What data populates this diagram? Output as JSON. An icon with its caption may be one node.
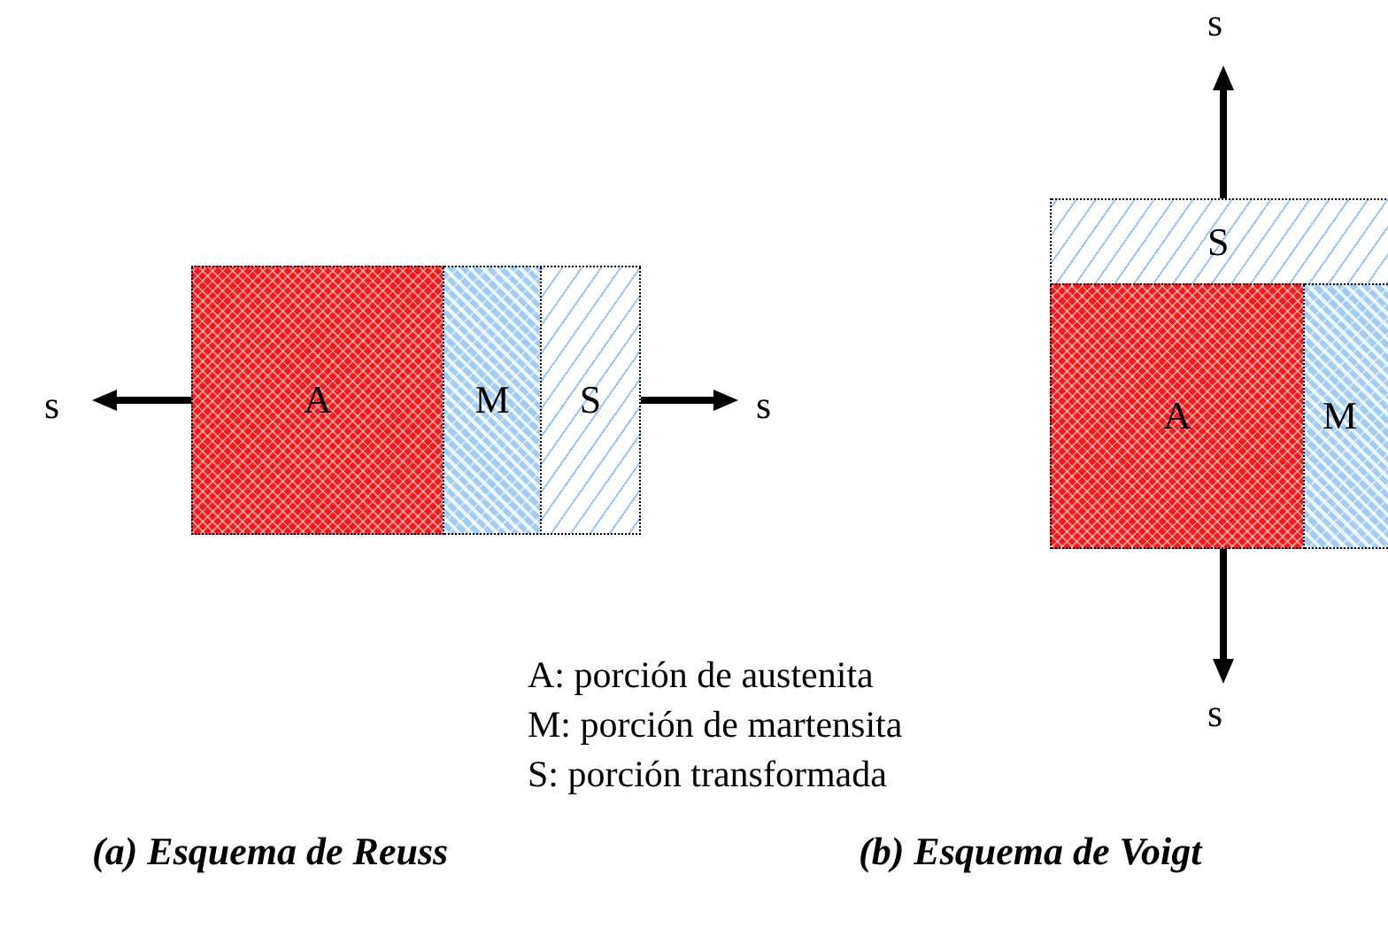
{
  "diagram": {
    "nodes": [
      {
        "text": [
          "A"
        ]
      },
      {
        "text": [
          "M"
        ]
      },
      {
        "text": [
          "S"
        ]
      },
      {
        "text": [
          "S"
        ]
      },
      {
        "text": [
          "A"
        ]
      },
      {
        "text": [
          "M"
        ]
      }
    ],
    "labels": [
      "s",
      "s",
      "s",
      "s",
      "A: porción de austenita",
      "M: porción de martensita",
      "S: porción transformada",
      "(a) Esquema de Reuss",
      "(b) Esquema de Voigt"
    ]
  }
}
